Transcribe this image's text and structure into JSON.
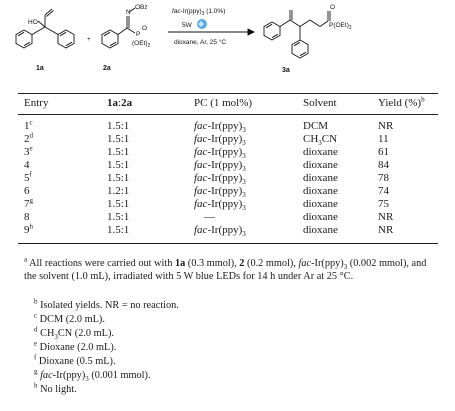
{
  "scheme": {
    "lg_label": "OBz",
    "ho_label": "HO",
    "n_label": "N",
    "p_label": "P",
    "o_label": "O",
    "oet_label": "(OEt)",
    "oet_sub": "2",
    "plus": "+",
    "catalyst_prefix": "fac",
    "catalyst_rest": "-Ir(ppy)",
    "catalyst_sub": "3",
    "catalyst_loading": " (1.0%)",
    "light": "5W",
    "conditions": "dioxane, Ar, 25 °C",
    "product_p_label": "P(OEt)",
    "product_p_sub": "2",
    "labels": [
      "1a",
      "2a",
      "3a"
    ]
  },
  "table": {
    "headers": {
      "entry": "Entry",
      "ratio_a": "1a",
      "ratio_sep": ":",
      "ratio_b": "2a",
      "pc": "PC (1 mol%)",
      "solvent": "Solvent",
      "yield": "Yield (%)",
      "yield_sup": "b"
    },
    "rows": [
      {
        "entry": "1",
        "sup": "c",
        "ratio": "1.5:1",
        "pc_prefix": "fac",
        "pc_rest": "-Ir(ppy)",
        "pc_sub": "3",
        "solvent": "DCM",
        "solvent_sub": "",
        "solvent_tail": "",
        "yield": "NR"
      },
      {
        "entry": "2",
        "sup": "d",
        "ratio": "1.5:1",
        "pc_prefix": "fac",
        "pc_rest": "-Ir(ppy)",
        "pc_sub": "3",
        "solvent": "CH",
        "solvent_sub": "3",
        "solvent_tail": "CN",
        "yield": "11"
      },
      {
        "entry": "3",
        "sup": "e",
        "ratio": "1.5:1",
        "pc_prefix": "fac",
        "pc_rest": "-Ir(ppy)",
        "pc_sub": "3",
        "solvent": "dioxane",
        "solvent_sub": "",
        "solvent_tail": "",
        "yield": "61"
      },
      {
        "entry": "4",
        "sup": "",
        "ratio": "1.5:1",
        "pc_prefix": "fac",
        "pc_rest": "-Ir(ppy)",
        "pc_sub": "3",
        "solvent": "dioxane",
        "solvent_sub": "",
        "solvent_tail": "",
        "yield": "84"
      },
      {
        "entry": "5",
        "sup": "f",
        "ratio": "1.5:1",
        "pc_prefix": "fac",
        "pc_rest": "-Ir(ppy)",
        "pc_sub": "3",
        "solvent": "dioxane",
        "solvent_sub": "",
        "solvent_tail": "",
        "yield": "78"
      },
      {
        "entry": "6",
        "sup": "",
        "ratio": "1.2:1",
        "pc_prefix": "fac",
        "pc_rest": "-Ir(ppy)",
        "pc_sub": "3",
        "solvent": "dioxane",
        "solvent_sub": "",
        "solvent_tail": "",
        "yield": "74"
      },
      {
        "entry": "7",
        "sup": "g",
        "ratio": "1.5:1",
        "pc_prefix": "fac",
        "pc_rest": "-Ir(ppy)",
        "pc_sub": "3",
        "solvent": "dioxane",
        "solvent_sub": "",
        "solvent_tail": "",
        "yield": "75"
      },
      {
        "entry": "8",
        "sup": "",
        "ratio": "1.5:1",
        "pc_prefix": "",
        "pc_rest": "—",
        "pc_sub": "",
        "solvent": "dioxane",
        "solvent_sub": "",
        "solvent_tail": "",
        "yield": "NR"
      },
      {
        "entry": "9",
        "sup": "h",
        "ratio": "1.5:1",
        "pc_prefix": "fac",
        "pc_rest": "-Ir(ppy)",
        "pc_sub": "3",
        "solvent": "dioxane",
        "solvent_sub": "",
        "solvent_tail": "",
        "yield": "NR"
      }
    ]
  },
  "footnotes": {
    "a": {
      "mark": "a",
      "t1": " All reactions were carried out with ",
      "b1": "1a",
      "t2": " (0.3 mmol), ",
      "b2": "2",
      "t3": " (0.2 mmol), ",
      "i1": "fac",
      "t4": "-Ir(ppy)",
      "s1": "3",
      "t5": " (0.002 mmol), and the solvent (1.0 mL), irradiated with 5 W blue LEDs for 14 h under Ar at 25 °C."
    },
    "b": {
      "mark": "b",
      "text": " Isolated yields. NR = no reaction."
    },
    "c": {
      "mark": "c",
      "text": " DCM (2.0 mL)."
    },
    "d": {
      "mark": "d",
      "t1": " CH",
      "s1": "3",
      "t2": "CN (2.0 mL)."
    },
    "e": {
      "mark": "e",
      "text": " Dioxane (2.0 mL)."
    },
    "f": {
      "mark": "f",
      "text": " Dioxane (0.5 mL)."
    },
    "g": {
      "mark": "g",
      "i1": " fac",
      "t1": "-Ir(ppy)",
      "s1": "3",
      "t2": " (0.001 mmol)."
    },
    "h": {
      "mark": "h",
      "text": " No light."
    }
  }
}
